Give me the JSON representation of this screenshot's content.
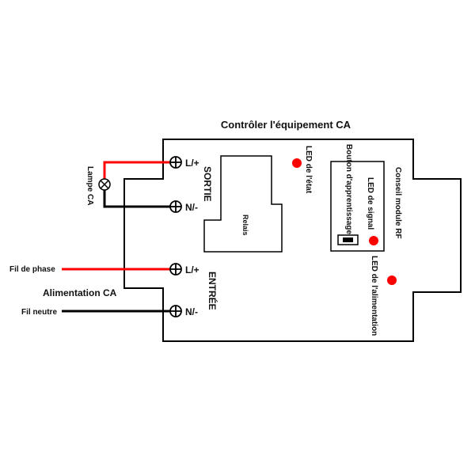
{
  "title": "Contrôler l'équipement CA",
  "colors": {
    "phase_wire": "#ff0000",
    "neutral_wire": "#000000",
    "led": "#ff0000",
    "outline": "#000000"
  },
  "output": {
    "section_label": "SORTIE",
    "terminal_live": "L/+",
    "terminal_neutral": "N/-",
    "load_label": "Lampe CA"
  },
  "input": {
    "section_label": "ENTRÉE",
    "terminal_live": "L/+",
    "terminal_neutral": "N/-",
    "supply_label": "Alimentation CA",
    "phase_wire_label": "Fil de phase",
    "neutral_wire_label": "Fil neutre"
  },
  "components": {
    "relay_label": "Relais",
    "status_led_label": "LED de l'état",
    "learn_button_label": "Bouton d'apprentissage",
    "signal_led_label": "LED de signal",
    "rf_module_label": "Conseil module RF",
    "power_led_label": "LED de l'alimentation"
  }
}
